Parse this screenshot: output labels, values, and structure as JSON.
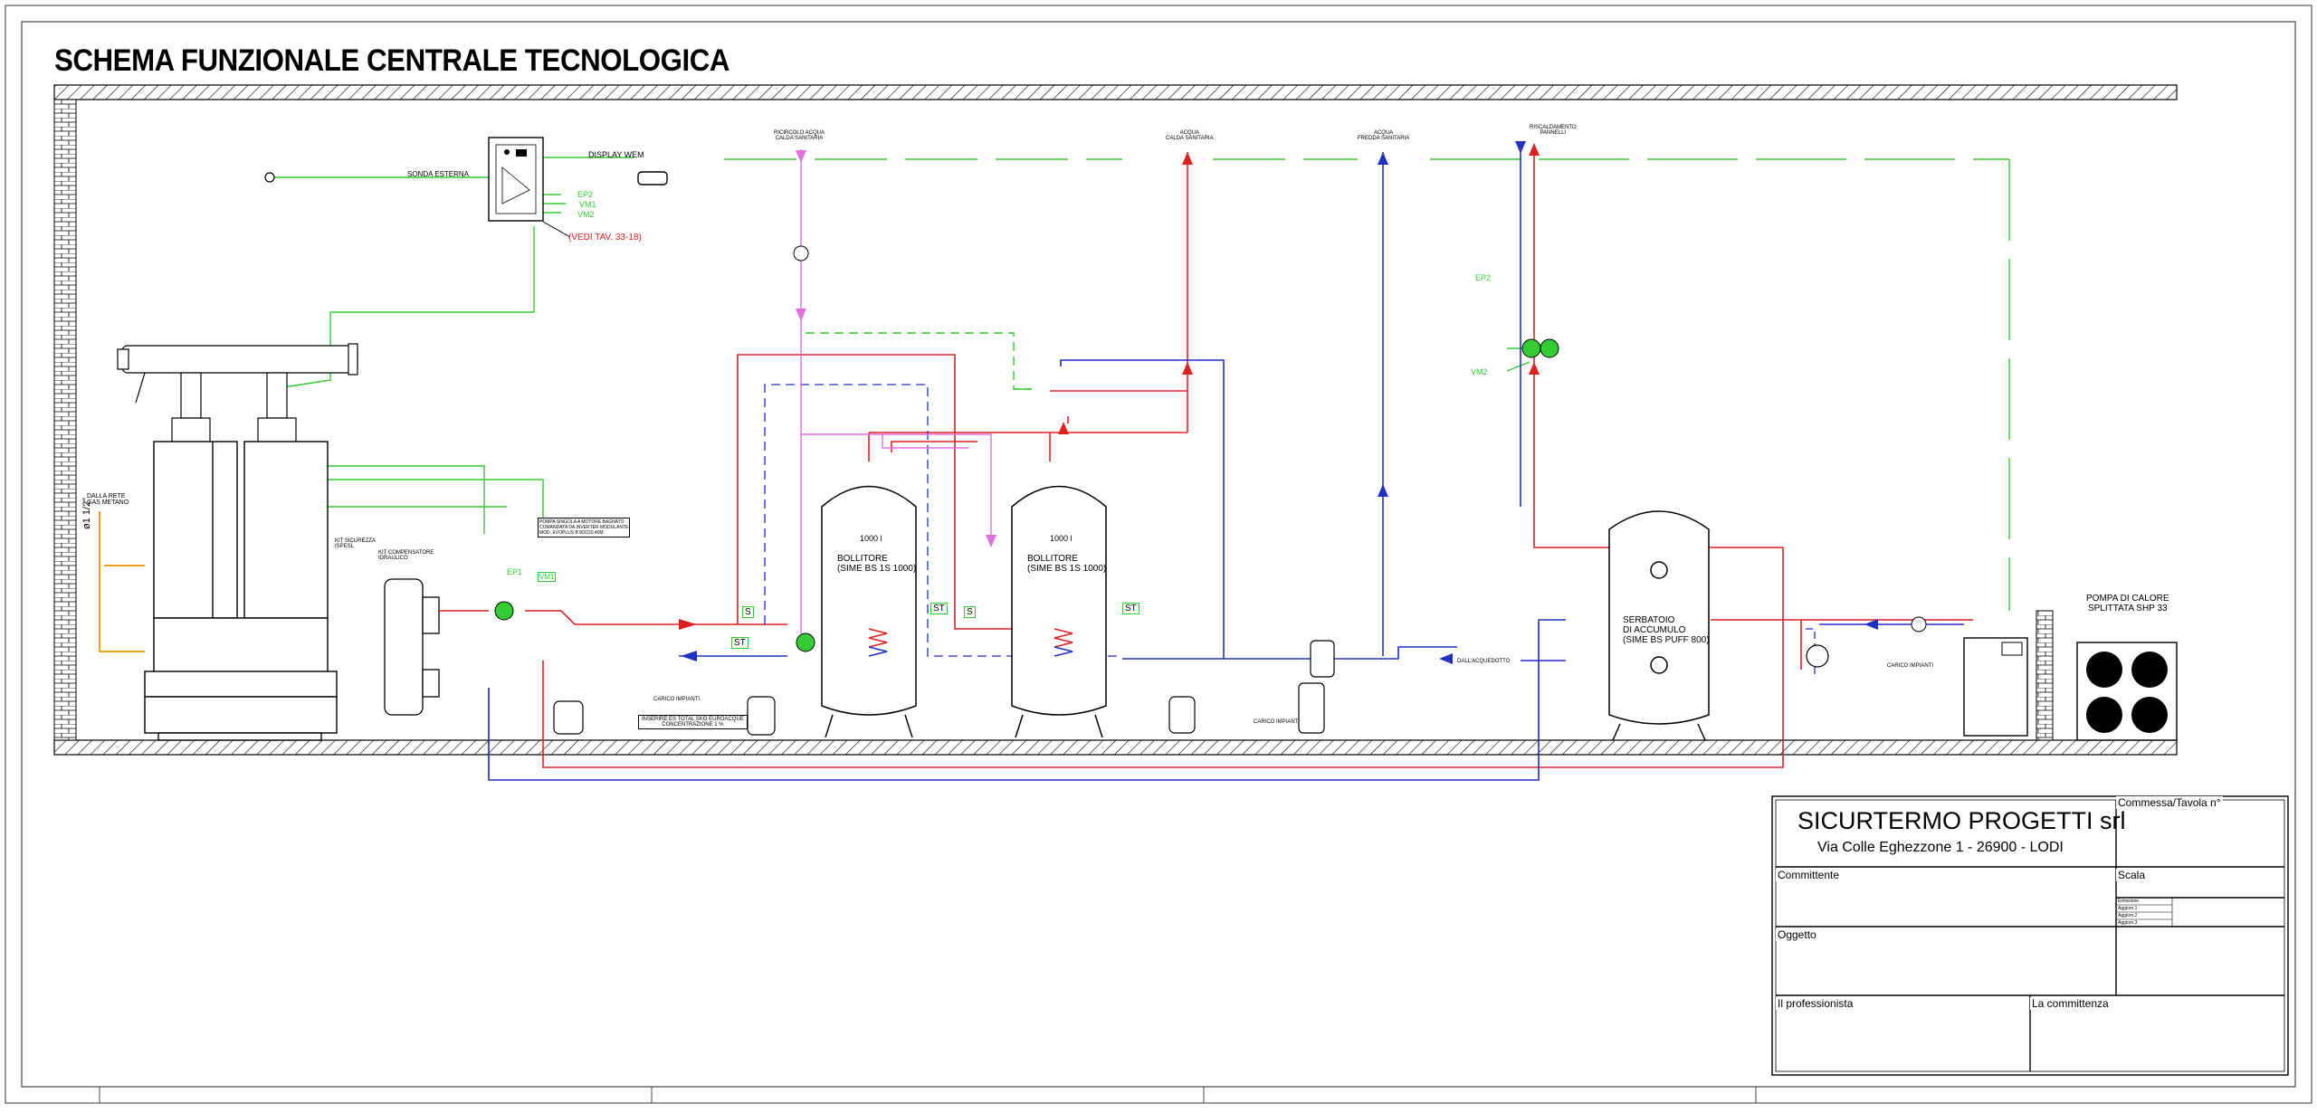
{
  "title": "SCHEMA FUNZIONALE CENTRALE TECNOLOGICA",
  "colors": {
    "hot": "#e02020",
    "cold": "#2030c0",
    "signal": "#33cc33",
    "recirc": "#e070e0",
    "gas": "#f0a020",
    "ink": "#000000"
  },
  "labels": {
    "display_wem": "DISPLAY WEM",
    "sonda_esterna": "SONDA ESTERNA",
    "ep2": "EP2",
    "vm1": "VM1",
    "vm2": "VM2",
    "vedi_tav": "(VEDI TAV. 33-18)",
    "ricircolo": "RICIRCOLO ACQUA\nCALDA SANITARIA",
    "acqua_calda": "ACQUA\nCALDA SANITARIA",
    "acqua_fredda": "ACQUA\nFREDDA SANITARIA",
    "riscaldamento": "RISCALDAMENTO\nPANNELLI",
    "dalla_rete": "DALLA RETE\nGAS METANO",
    "gas_size": "ø1 1/2\"",
    "kit_sicurezza": "KIT SICUREZZA\nISPESL",
    "kit_compensatore": "KIT COMPENSATORE\nIDRAULICO",
    "note_pompa": "POMPA SINGOLA A MOTORE BAGNATO\nCOMANDATA DA INVERTER MODULANTE\nMOD. EVOPLUS B 80/220.40M",
    "bollitore1": "BOLLITORE\n(SIME BS 1S 1000)",
    "bollitore2": "BOLLITORE\n(SIME BS 1S 1000)",
    "capacity1": "1000 l",
    "capacity2": "1000 l",
    "serbatoio": "SERBATOIO\nDI ACCUMULO\n(SIME BS PUFF 800)",
    "pompa_calore": "POMPA DI CALORE\nSPLITTATA SHP 33",
    "carico_impianti": "CARICO IMPIANTI",
    "dall_acquedotto": "DALL'ACQUEDOTTO",
    "inserire": "INSERIRE ES TOTAL SKO EUROACQUE\nCONCENTRAZIONE 1 %",
    "st": "ST",
    "s": "S",
    "ep1": "EP1",
    "vm1_tag": "VM1"
  },
  "title_block": {
    "company": "SICURTERMO PROGETTI srl",
    "address": "Via Colle Eghezzone 1 - 26900 - LODI",
    "commessa": "Commessa/Tavola n°",
    "committente": "Committente",
    "scala": "Scala",
    "oggetto": "Oggetto",
    "professionista": "Il professionista",
    "committenza": "La committenza",
    "emissione": "Emissione",
    "agg1": "Aggiorn.1",
    "agg2": "Aggiorn.2",
    "agg3": "Aggiorn.3"
  }
}
